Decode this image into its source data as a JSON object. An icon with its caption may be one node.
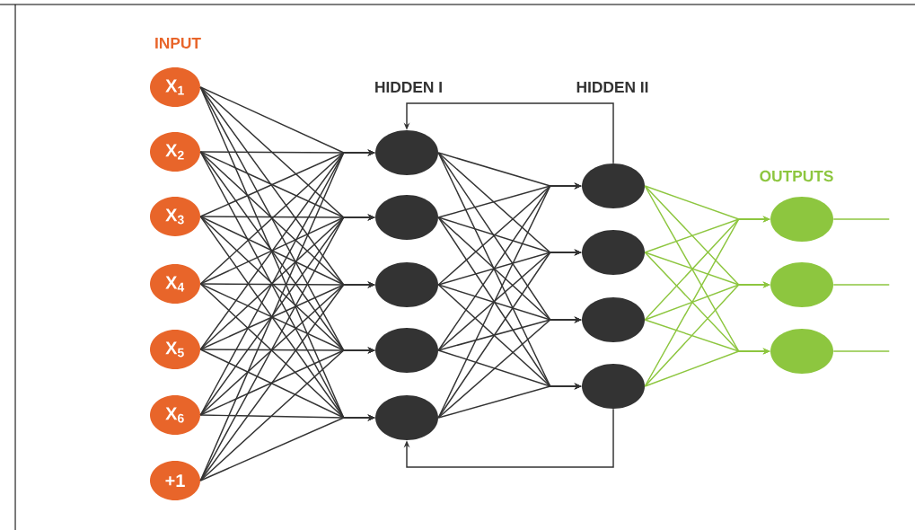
{
  "diagram": {
    "nodes": [
      {
        "text": [
          "X$_{1}$"
        ]
      },
      {
        "text": [
          "X$_{2}$"
        ]
      },
      {
        "text": [
          "X$_{3}$"
        ]
      },
      {
        "text": [
          "X$_{4}$"
        ]
      },
      {
        "text": [
          "X$_{5}$"
        ]
      },
      {
        "text": [
          "X$_{6}$"
        ]
      },
      {
        "text": [
          "+1"
        ]
      },
      {
        "text": [],
        "shape": "circle"
      },
      {
        "text": [],
        "shape": "circle"
      },
      {
        "text": [],
        "shape": "circle"
      },
      {
        "text": [],
        "shape": "circle"
      },
      {
        "text": [],
        "shape": "circle"
      },
      {
        "text": [],
        "shape": "circle"
      },
      {
        "text": [],
        "shape": "circle"
      },
      {
        "text": [],
        "shape": "circle"
      },
      {
        "text": [],
        "shape": "circle"
      },
      {
        "text": [],
        "shape": "circle"
      },
      {
        "text": [],
        "shape": "circle"
      },
      {
        "text": [],
        "shape": "circle"
      }
    ],
    "edges": [
      {
        "from": 0,
        "to": 7,
        "arrow": "to"
      },
      {
        "from": 0,
        "to": 8,
        "arrow": "to"
      },
      {
        "from": 0,
        "to": 9,
        "arrow": "to"
      },
      {
        "from": 0,
        "to": 10,
        "arrow": "to"
      },
      {
        "from": 0,
        "to": 11,
        "arrow": "to"
      },
      {
        "from": 1,
        "to": 7,
        "arrow": "to"
      },
      {
        "from": 1,
        "to": 8,
        "arrow": "to"
      },
      {
        "from": 1,
        "to": 9,
        "arrow": "to"
      },
      {
        "from": 1,
        "to": 10,
        "arrow": "to"
      },
      {
        "from": 1,
        "to": 11,
        "arrow": "to"
      },
      {
        "from": 2,
        "to": 7,
        "arrow": "to"
      },
      {
        "from": 2,
        "to": 8,
        "arrow": "to"
      },
      {
        "from": 2,
        "to": 9,
        "arrow": "to"
      },
      {
        "from": 2,
        "to": 10,
        "arrow": "to"
      },
      {
        "from": 2,
        "to": 11,
        "arrow": "to"
      },
      {
        "from": 3,
        "to": 7,
        "arrow": "to"
      },
      {
        "from": 3,
        "to": 8,
        "arrow": "to"
      },
      {
        "from": 3,
        "to": 9,
        "arrow": "to"
      },
      {
        "from": 3,
        "to": 10,
        "arrow": "to"
      },
      {
        "from": 3,
        "to": 11,
        "arrow": "to"
      },
      {
        "from": 4,
        "to": 7,
        "arrow": "to"
      },
      {
        "from": 4,
        "to": 8,
        "arrow": "to"
      },
      {
        "from": 4,
        "to": 9,
        "arrow": "to"
      },
      {
        "from": 4,
        "to": 10,
        "arrow": "to"
      },
      {
        "from": 4,
        "to": 11,
        "arrow": "to"
      },
      {
        "from": 5,
        "to": 7,
        "arrow": "to"
      },
      {
        "from": 5,
        "to": 8,
        "arrow": "to"
      },
      {
        "from": 5,
        "to": 9,
        "arrow": "to"
      },
      {
        "from": 5,
        "to": 10,
        "arrow": "to"
      },
      {
        "from": 5,
        "to": 11,
        "arrow": "to"
      },
      {
        "from": 6,
        "to": 7,
        "arrow": "to"
      },
      {
        "from": 6,
        "to": 8,
        "arrow": "to"
      },
      {
        "from": 6,
        "to": 9,
        "arrow": "to"
      },
      {
        "from": 6,
        "to": 10,
        "arrow": "to"
      },
      {
        "from": 6,
        "to": 11,
        "arrow": "to"
      },
      {
        "from": 7,
        "to": 12,
        "arrow": "to"
      },
      {
        "from": 7,
        "to": 13,
        "arrow": "to"
      },
      {
        "from": 7,
        "to": 14,
        "arrow": "to"
      },
      {
        "from": 7,
        "to": 15,
        "arrow": "to"
      },
      {
        "from": 8,
        "to": 12,
        "arrow": "to"
      },
      {
        "from": 8,
        "to": 13,
        "arrow": "to"
      },
      {
        "from": 8,
        "to": 14,
        "arrow": "to"
      },
      {
        "from": 8,
        "to": 15,
        "arrow": "to"
      },
      {
        "from": 9,
        "to": 12,
        "arrow": "to"
      },
      {
        "from": 9,
        "to": 13,
        "arrow": "to"
      },
      {
        "from": 9,
        "to": 14,
        "arrow": "to"
      },
      {
        "from": 9,
        "to": 15,
        "arrow": "to"
      },
      {
        "from": 10,
        "to": 12,
        "arrow": "to"
      },
      {
        "from": 10,
        "to": 13,
        "arrow": "to"
      },
      {
        "from": 10,
        "to": 14,
        "arrow": "to"
      },
      {
        "from": 10,
        "to": 15,
        "arrow": "to"
      },
      {
        "from": 11,
        "to": 12,
        "arrow": "to"
      },
      {
        "from": 11,
        "to": 13,
        "arrow": "to"
      },
      {
        "from": 11,
        "to": 14,
        "arrow": "to"
      },
      {
        "from": 11,
        "to": 15,
        "arrow": "to"
      },
      {
        "from": 12,
        "to": 16,
        "arrow": "to",
        "color": "#8dc63f"
      },
      {
        "from": 12,
        "to": 17,
        "arrow": "to",
        "color": "#8dc63f"
      },
      {
        "from": 12,
        "to": 18,
        "arrow": "to",
        "color": "#8dc63f"
      },
      {
        "from": 13,
        "to": 16,
        "arrow": "to",
        "color": "#8dc63f"
      },
      {
        "from": 13,
        "to": 17,
        "arrow": "to",
        "color": "#8dc63f"
      },
      {
        "from": 13,
        "to": 18,
        "arrow": "to",
        "color": "#8dc63f"
      },
      {
        "from": 14,
        "to": 16,
        "arrow": "to",
        "color": "#8dc63f"
      },
      {
        "from": 14,
        "to": 17,
        "arrow": "to",
        "color": "#8dc63f"
      },
      {
        "from": 14,
        "to": 18,
        "arrow": "to",
        "color": "#8dc63f"
      },
      {
        "from": 15,
        "to": 16,
        "arrow": "to",
        "color": "#8dc63f"
      },
      {
        "from": 15,
        "to": 17,
        "arrow": "to",
        "color": "#8dc63f"
      },
      {
        "from": 15,
        "to": 18,
        "arrow": "to",
        "color": "#8dc63f"
      },
      {
        "from": 12,
        "to": 7,
        "arrow": "to"
      },
      {
        "from": 15,
        "to": 11,
        "arrow": "to"
      },
      {
        "from": 16,
        "to": null,
        "arrow": "none",
        "color": "#8dc63f"
      },
      {
        "from": 17,
        "to": null,
        "arrow": "none",
        "color": "#8dc63f"
      },
      {
        "from": 18,
        "to": null,
        "arrow": "none",
        "color": "#8dc63f"
      }
    ],
    "labels": [
      "INPUT",
      "HIDDEN I",
      "HIDDEN II",
      "OUTPUTS"
    ]
  }
}
